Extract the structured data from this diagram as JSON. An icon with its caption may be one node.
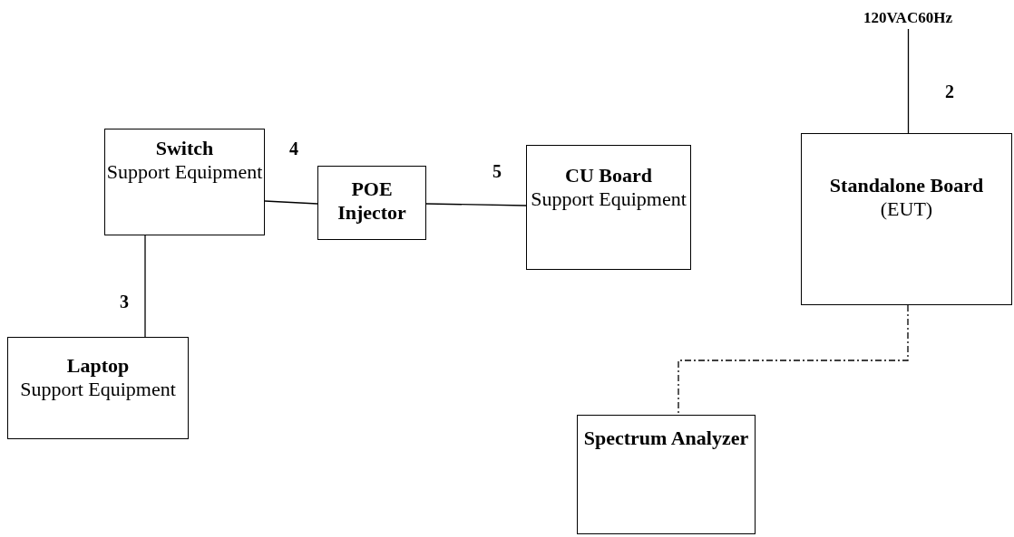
{
  "diagram": {
    "nodes": [
      {
        "text": [
          "Switch",
          "Support Equipment"
        ]
      },
      {
        "text": [
          "POE Injector"
        ]
      },
      {
        "text": [
          "CU Board",
          "Support Equipment"
        ]
      },
      {
        "text": [
          "Standalone Board",
          "(EUT)"
        ]
      },
      {
        "text": [
          "Laptop",
          "Support Equipment"
        ]
      },
      {
        "text": [
          "Spectrum Analyzer"
        ]
      },
      {
        "text": [
          "120VAC60Hz"
        ]
      }
    ],
    "edges": [
      {
        "from": 6,
        "to": 3,
        "arrow": "none",
        "label": "2"
      },
      {
        "from": 0,
        "to": 4,
        "arrow": "none",
        "label": "3"
      },
      {
        "from": 0,
        "to": 1,
        "arrow": "none",
        "label": "4"
      },
      {
        "from": 1,
        "to": 2,
        "arrow": "none",
        "label": "5"
      },
      {
        "from": 3,
        "to": 5,
        "arrow": "none",
        "style": "dashed"
      }
    ]
  }
}
